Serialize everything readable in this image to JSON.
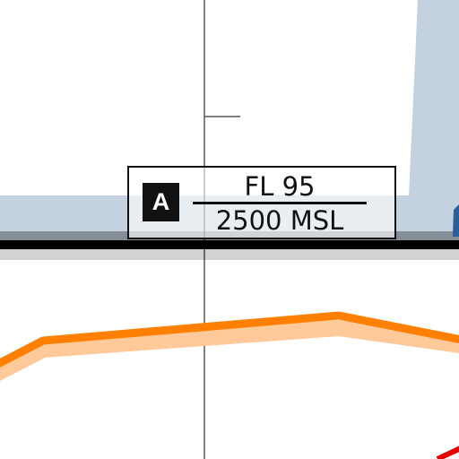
{
  "airspace_label": {
    "class_letter": "A",
    "ceiling": "FL 95",
    "floor": "2500 MSL"
  },
  "colors": {
    "airspace_fill": "#c4d2df",
    "airspace_boundary": "#000000",
    "boundary_shadow": "#858e97",
    "route_line": "#ff8000",
    "route_halo": "#ffc999",
    "accent_red": "#e60000",
    "accent_blue": "#2b5f9b"
  }
}
